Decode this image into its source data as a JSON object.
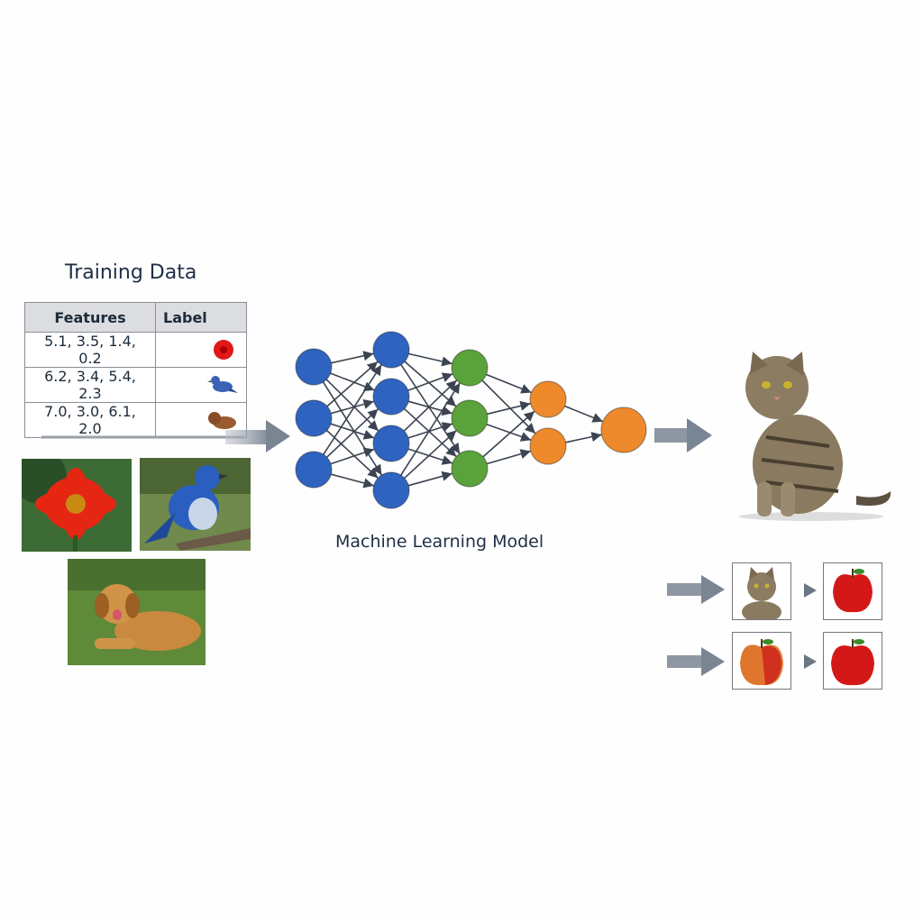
{
  "training": {
    "title": "Training Data",
    "headers": {
      "features": "Features",
      "label": "Label"
    },
    "rows": [
      {
        "features": "5.1, 3.5, 1.4, 0.2",
        "label_icon": "flower-icon"
      },
      {
        "features": "6.2, 3.4, 5.4, 2.3",
        "label_icon": "bird-icon"
      },
      {
        "features": "7.0, 3.0, 6.1, 2.0",
        "label_icon": "dog-icon"
      }
    ],
    "images": [
      "flower-photo",
      "bird-photo",
      "dog-photo"
    ]
  },
  "model": {
    "label": "Machine Learning Model",
    "layers": [
      {
        "nodes": 3,
        "color": "#2f63c0"
      },
      {
        "nodes": 4,
        "color": "#2f63c0"
      },
      {
        "nodes": 3,
        "color": "#5aa23a"
      },
      {
        "nodes": 2,
        "color": "#ee8a2c"
      },
      {
        "nodes": 1,
        "color": "#ee8a2c"
      }
    ]
  },
  "output": {
    "main_prediction": "cat-photo",
    "examples": [
      {
        "input": "cat-photo",
        "output": "apple-photo"
      },
      {
        "input": "apple-photo",
        "output": "apple-photo"
      }
    ]
  }
}
